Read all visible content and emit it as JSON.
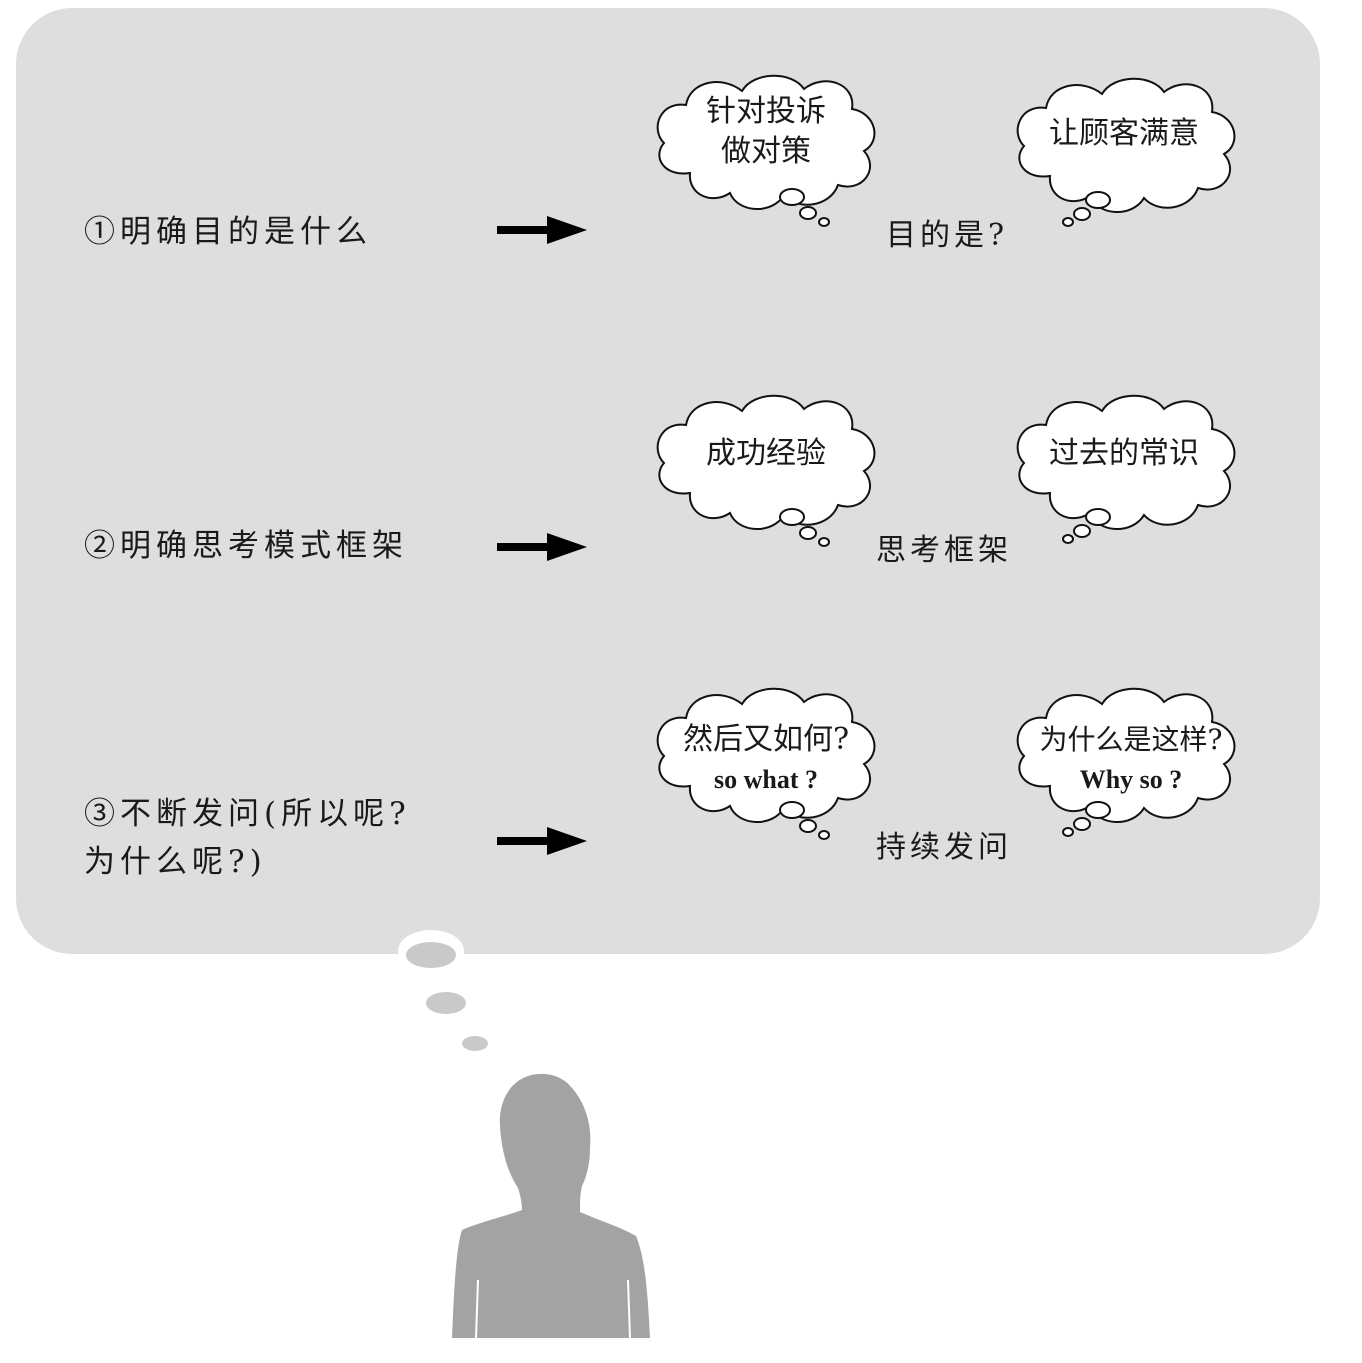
{
  "steps": [
    {
      "label_lines": [
        "①明确目的是什么"
      ],
      "caption": "目的是?",
      "left_cloud": [
        "针对投诉",
        "做对策"
      ],
      "right_cloud": [
        "让顾客满意"
      ]
    },
    {
      "label_lines": [
        "②明确思考模式框架"
      ],
      "caption": "思考框架",
      "left_cloud": [
        "成功经验"
      ],
      "right_cloud": [
        "过去的常识"
      ]
    },
    {
      "label_lines": [
        "③不断发问(所以呢?",
        "为什么呢?)"
      ],
      "caption": "持续发问",
      "left_cloud": [
        "然后又如何?",
        "so what ?"
      ],
      "right_cloud": [
        "为什么是这样?",
        "Why so ?"
      ]
    }
  ],
  "colors": {
    "panel": "#dedede",
    "person": "#a3a3a3",
    "arrow": "#000000",
    "thought_dots": "#c9c9c9"
  },
  "icons": {
    "arrow": "right-arrow-icon",
    "person": "person-silhouette-icon",
    "cloud": "thought-cloud-icon"
  }
}
